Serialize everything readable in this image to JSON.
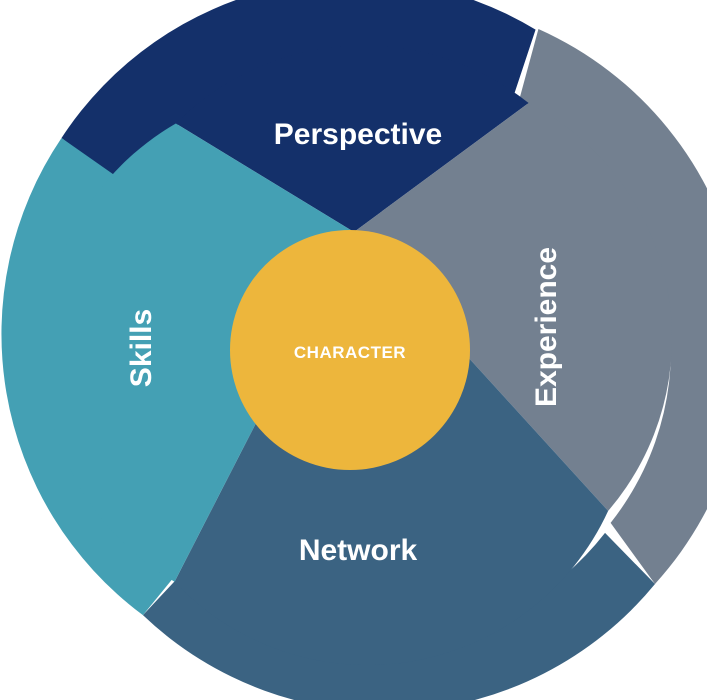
{
  "center": {
    "label": "CHARACTER",
    "color": "#EDB63C"
  },
  "segments": [
    {
      "id": "perspective",
      "label": "Perspective",
      "color": "#14306A"
    },
    {
      "id": "experience",
      "label": "Experience",
      "color": "#738090"
    },
    {
      "id": "network",
      "label": "Network",
      "color": "#3B6382"
    },
    {
      "id": "skills",
      "label": "Skills",
      "color": "#44A0B4"
    }
  ]
}
